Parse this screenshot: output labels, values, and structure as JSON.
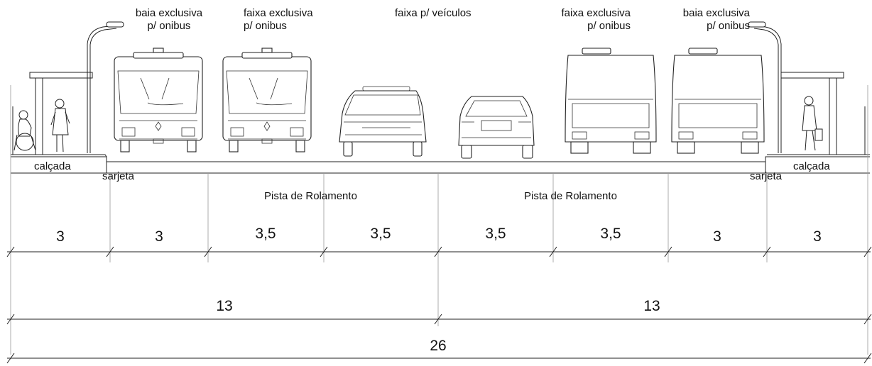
{
  "top_labels": {
    "bay_left_line1": "baia exclusiva",
    "bay_left_line2": "p/ onibus",
    "bus_lane_left_line1": "faixa exclusiva",
    "bus_lane_left_line2": "p/ onibus",
    "vehicle_lanes": "faixa p/ veículos",
    "bus_lane_right_line1": "faixa exclusiva",
    "bus_lane_right_line2": "p/ onibus",
    "bay_right_line1": "baia exclusiva",
    "bay_right_line2": "p/ onibus"
  },
  "ground_labels": {
    "sidewalk_left": "calçada",
    "gutter_left": "sarjeta",
    "gutter_right": "sarjeta",
    "sidewalk_right": "calçada",
    "roadway_left": "Pista de Rolamento",
    "roadway_right": "Pista de Rolamento"
  },
  "dimensions": {
    "lanes": [
      "3",
      "3",
      "3,5",
      "3,5",
      "3,5",
      "3,5",
      "3",
      "3"
    ],
    "halves": [
      "13",
      "13"
    ],
    "total": "26"
  }
}
